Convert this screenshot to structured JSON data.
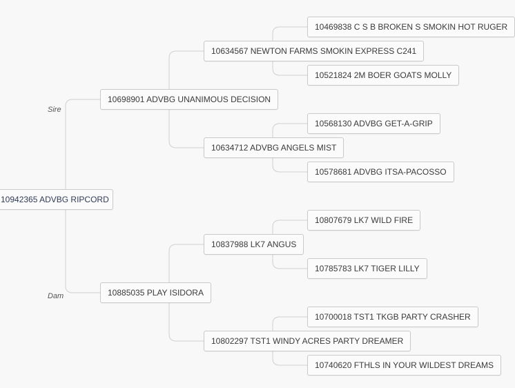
{
  "labels": {
    "sire": "Sire",
    "dam": "Dam"
  },
  "pedigree": {
    "subject": "10942365 ADVBG RIPCORD",
    "sire": {
      "name": "10698901 ADVBG UNANIMOUS DECISION",
      "sire": {
        "name": "10634567 NEWTON FARMS SMOKIN EXPRESS C241",
        "sire": "10469838 C S B BROKEN S SMOKIN HOT RUGER",
        "dam": "10521824 2M BOER GOATS MOLLY"
      },
      "dam": {
        "name": "10634712 ADVBG ANGELS MIST",
        "sire": "10568130 ADVBG GET-A-GRIP",
        "dam": "10578681 ADVBG ITSA-PACOSSO"
      }
    },
    "dam": {
      "name": "10885035 PLAY ISIDORA",
      "sire": {
        "name": "10837988 LK7 ANGUS",
        "sire": "10807679 LK7 WILD FIRE",
        "dam": "10785783 LK7 TIGER LILLY"
      },
      "dam": {
        "name": "10802297 TST1 WINDY ACRES PARTY DREAMER",
        "sire": "10700018 TST1 TKGB PARTY CRASHER",
        "dam": "10740620 FTHLS IN YOUR WILDEST DREAMS"
      }
    }
  }
}
